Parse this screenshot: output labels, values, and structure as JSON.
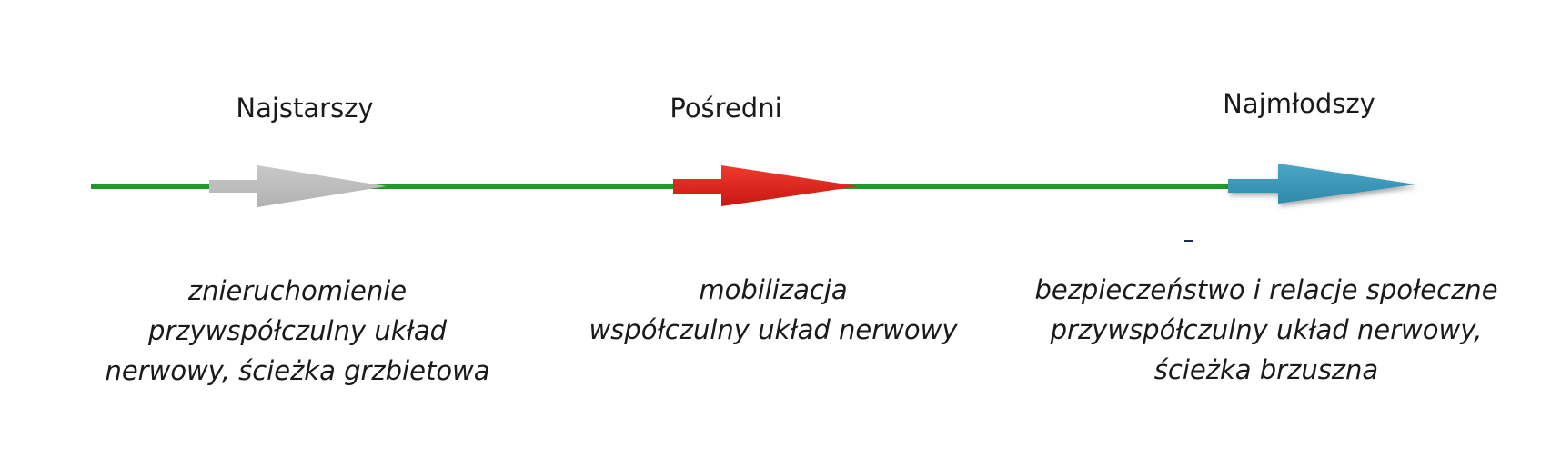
{
  "stages": [
    {
      "id": "oldest",
      "heading": "Najstarszy",
      "arrow_color": "#bdbdbd",
      "lines": [
        "znieruchomienie",
        "przywspółczulny układ",
        "nerwowy, ścieżka grzbietowa"
      ]
    },
    {
      "id": "middle",
      "heading": "Pośredni",
      "arrow_color": "#e8261c",
      "lines": [
        "mobilizacja",
        "współczulny układ nerwowy"
      ]
    },
    {
      "id": "youngest",
      "heading": "Najmłodszy",
      "arrow_color": "#3c9ab8",
      "lines": [
        "bezpieczeństwo i relacje społeczne",
        "przywspółczulny układ nerwowy,",
        "ścieżka brzuszna"
      ]
    }
  ],
  "timeline_color": "#1f9a2a"
}
